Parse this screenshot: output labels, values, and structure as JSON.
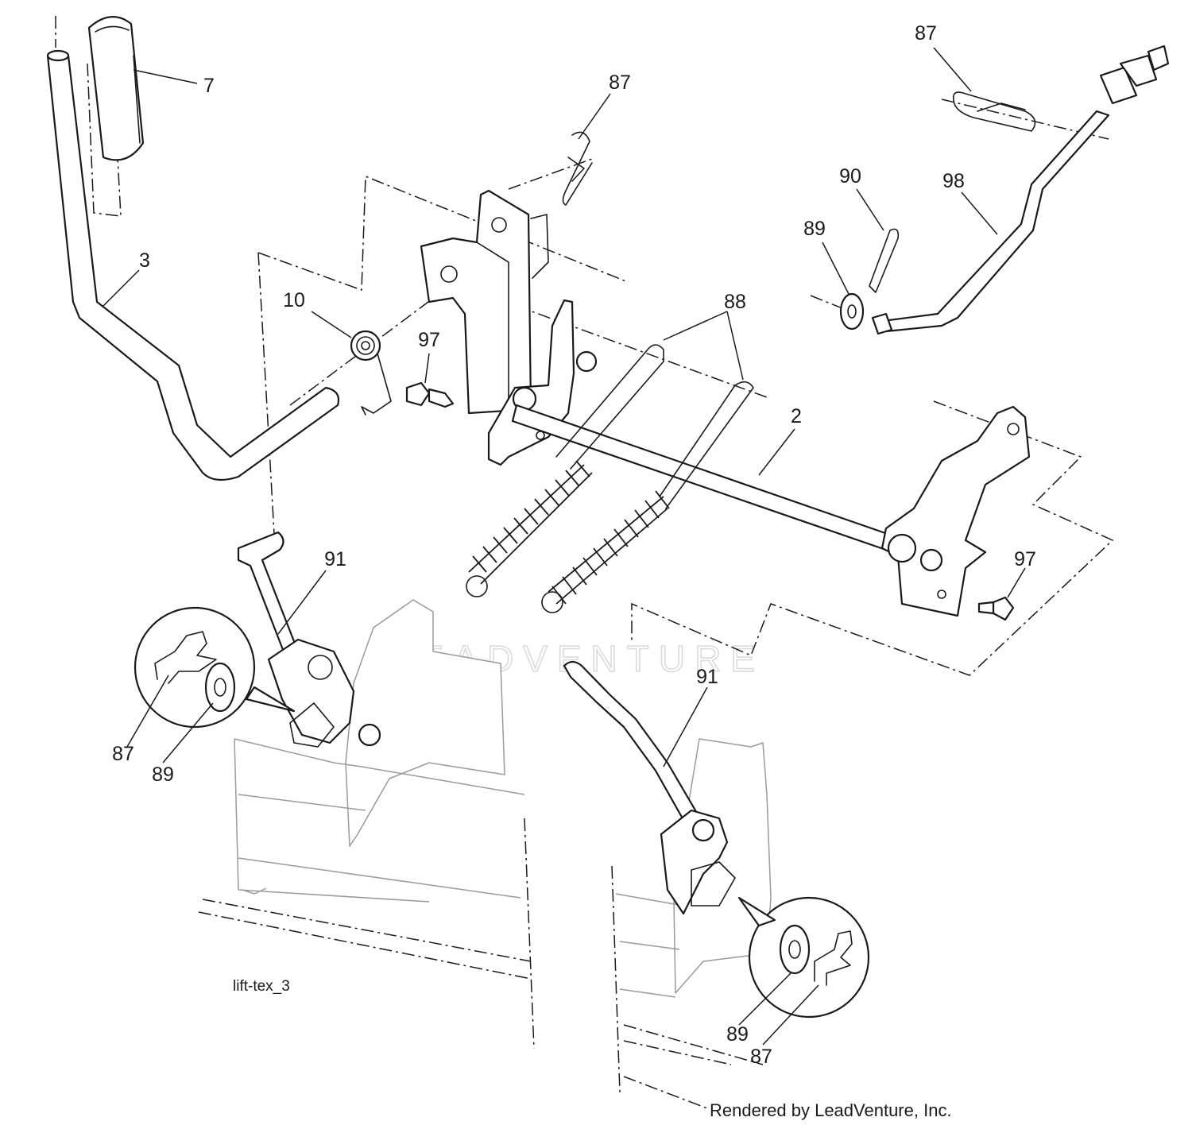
{
  "figure_id": "lift-tex_3",
  "credit": "Rendered by LeadVenture, Inc.",
  "watermark": "LEADVENTURE",
  "callouts": [
    {
      "id": "c-7",
      "label": "7"
    },
    {
      "id": "c-3",
      "label": "3"
    },
    {
      "id": "c-10",
      "label": "10"
    },
    {
      "id": "c-97a",
      "label": "97"
    },
    {
      "id": "c-87a",
      "label": "87"
    },
    {
      "id": "c-87b",
      "label": "87"
    },
    {
      "id": "c-90",
      "label": "90"
    },
    {
      "id": "c-98",
      "label": "98"
    },
    {
      "id": "c-89a",
      "label": "89"
    },
    {
      "id": "c-88",
      "label": "88"
    },
    {
      "id": "c-2",
      "label": "2"
    },
    {
      "id": "c-97b",
      "label": "97"
    },
    {
      "id": "c-91a",
      "label": "91"
    },
    {
      "id": "c-87c",
      "label": "87"
    },
    {
      "id": "c-89b",
      "label": "89"
    },
    {
      "id": "c-91b",
      "label": "91"
    },
    {
      "id": "c-89c",
      "label": "89"
    },
    {
      "id": "c-87d",
      "label": "87"
    }
  ]
}
